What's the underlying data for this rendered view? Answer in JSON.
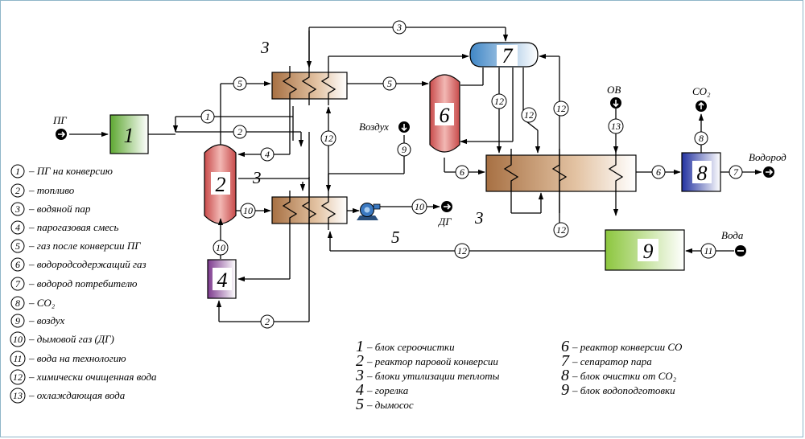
{
  "labels": {
    "pg": "ПГ",
    "air": "Воздух",
    "ov": "ОВ",
    "co2": "CO₂",
    "hydrogen": "Водород",
    "water": "Вода",
    "dg": "ДГ"
  },
  "blocks": [
    "1",
    "2",
    "3",
    "4",
    "5",
    "6",
    "7",
    "8",
    "9"
  ],
  "streams": [
    "1",
    "2",
    "3",
    "4",
    "5",
    "6",
    "7",
    "8",
    "9",
    "10",
    "11",
    "12",
    "13"
  ],
  "legend_streams": [
    {
      "n": "1",
      "text": "– ПГ на конверсию"
    },
    {
      "n": "2",
      "text": "– топливо"
    },
    {
      "n": "3",
      "text": "– водяной пар"
    },
    {
      "n": "4",
      "text": "– парогазовая смесь"
    },
    {
      "n": "5",
      "text": "– газ после конверсии ПГ"
    },
    {
      "n": "6",
      "text": "– водородсодержащий газ"
    },
    {
      "n": "7",
      "text": "– водород потребителю"
    },
    {
      "n": "8",
      "text": "– CO₂"
    },
    {
      "n": "9",
      "text": "– воздух"
    },
    {
      "n": "10",
      "text": "– дымовой газ (ДГ)"
    },
    {
      "n": "11",
      "text": "– вода на технологию"
    },
    {
      "n": "12",
      "text": "– химически очищенная вода"
    },
    {
      "n": "13",
      "text": "– охлаждающая вода"
    }
  ],
  "legend_blocks_left": [
    {
      "n": "1",
      "text": "– блок сероочистки"
    },
    {
      "n": "2",
      "text": "– реактор паровой конверсии"
    },
    {
      "n": "3",
      "text": "– блоки утилизации теплоты"
    },
    {
      "n": "4",
      "text": "– горелка"
    },
    {
      "n": "5",
      "text": "– дымосос"
    }
  ],
  "legend_blocks_right": [
    {
      "n": "6",
      "text": "– реактор конверсии CO"
    },
    {
      "n": "7",
      "text": "– сепаратор пара"
    },
    {
      "n": "8",
      "text": "– блок очистки от CO₂"
    },
    {
      "n": "9",
      "text": "– блок водоподготовки"
    }
  ]
}
